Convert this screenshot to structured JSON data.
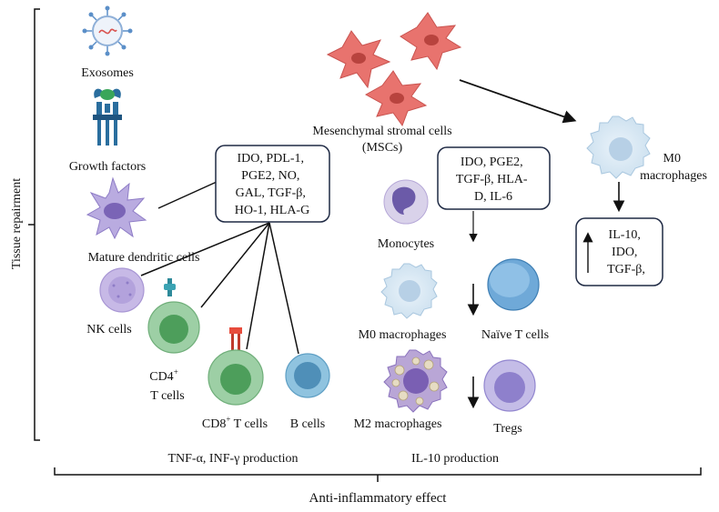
{
  "side_label": "Tissue repairment",
  "bottom_label": "Anti-inflammatory effect",
  "left_production": "TNF-α, INF-γ production",
  "right_production": "IL-10 production",
  "top_left": {
    "exosomes": "Exosomes",
    "growth_factors": "Growth factors",
    "mature_dc": "Mature dendritic cells"
  },
  "msc": {
    "line1": "Mesenchymal stromal cells",
    "line2": "(MSCs)"
  },
  "box_left": [
    "IDO, PDL-1,",
    "PGE2, NO,",
    "GAL, TGF-β,",
    "HO-1, HLA-G"
  ],
  "box_middle": [
    "IDO, PGE2,",
    "TGF-β, HLA-",
    "D, IL-6"
  ],
  "box_right": [
    "IL-10,",
    "IDO,",
    "TGF-β,"
  ],
  "cells": {
    "nk": "NK cells",
    "cd4_line1": "CD4",
    "cd4_sup": "+",
    "cd4_line2": "T cells",
    "cd8_pre": "CD8",
    "cd8_sup": "+",
    "cd8_post": " T cells",
    "b": "B cells",
    "monocytes": "Monocytes",
    "m0_mid": "M0 macrophages",
    "naive_t": "Naïve T cells",
    "m2": "M2 macrophages",
    "tregs": "Tregs",
    "m0_right_line1": "M0",
    "m0_right_line2": "macrophages"
  },
  "colors": {
    "msc": "#e8736e",
    "nk": "#c7b9e6",
    "cd4": "#9dcfa5",
    "cd8": "#9dcfa5",
    "b": "#8fc3df",
    "macrophage": "#d6e6f2",
    "monocyte": "#d9d2ea",
    "naive_t": "#6fa9d8",
    "treg": "#c4bce7",
    "m2": "#b9a6d6"
  }
}
